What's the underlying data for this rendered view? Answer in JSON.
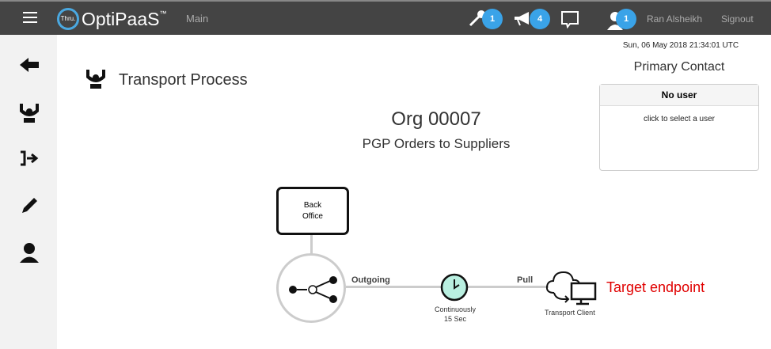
{
  "header": {
    "logo_badge": "Thru.",
    "logo_text": "OptiPaaS",
    "logo_tm": "™",
    "nav": "Main",
    "tools_badge": "1",
    "announce_badge": "4",
    "user_badge": "1",
    "user_name": "Ran Alsheikh",
    "signout": "Signout"
  },
  "timestamp": "Sun, 06 May 2018 21:34:01 UTC",
  "page": {
    "title": "Transport Process",
    "org": "Org 00007",
    "subtitle": "PGP Orders to Suppliers"
  },
  "contact": {
    "title": "Primary Contact",
    "header": "No user",
    "hint": "click to select a user"
  },
  "diagram": {
    "back_office_1": "Back",
    "back_office_2": "Office",
    "outgoing": "Outgoing",
    "pull": "Pull",
    "schedule_1": "Continuously",
    "schedule_2": "15 Sec",
    "client": "Transport Client",
    "annotation": "Target endpoint",
    "clock_color": "#b9efe0",
    "annotation_color": "#e00000"
  }
}
